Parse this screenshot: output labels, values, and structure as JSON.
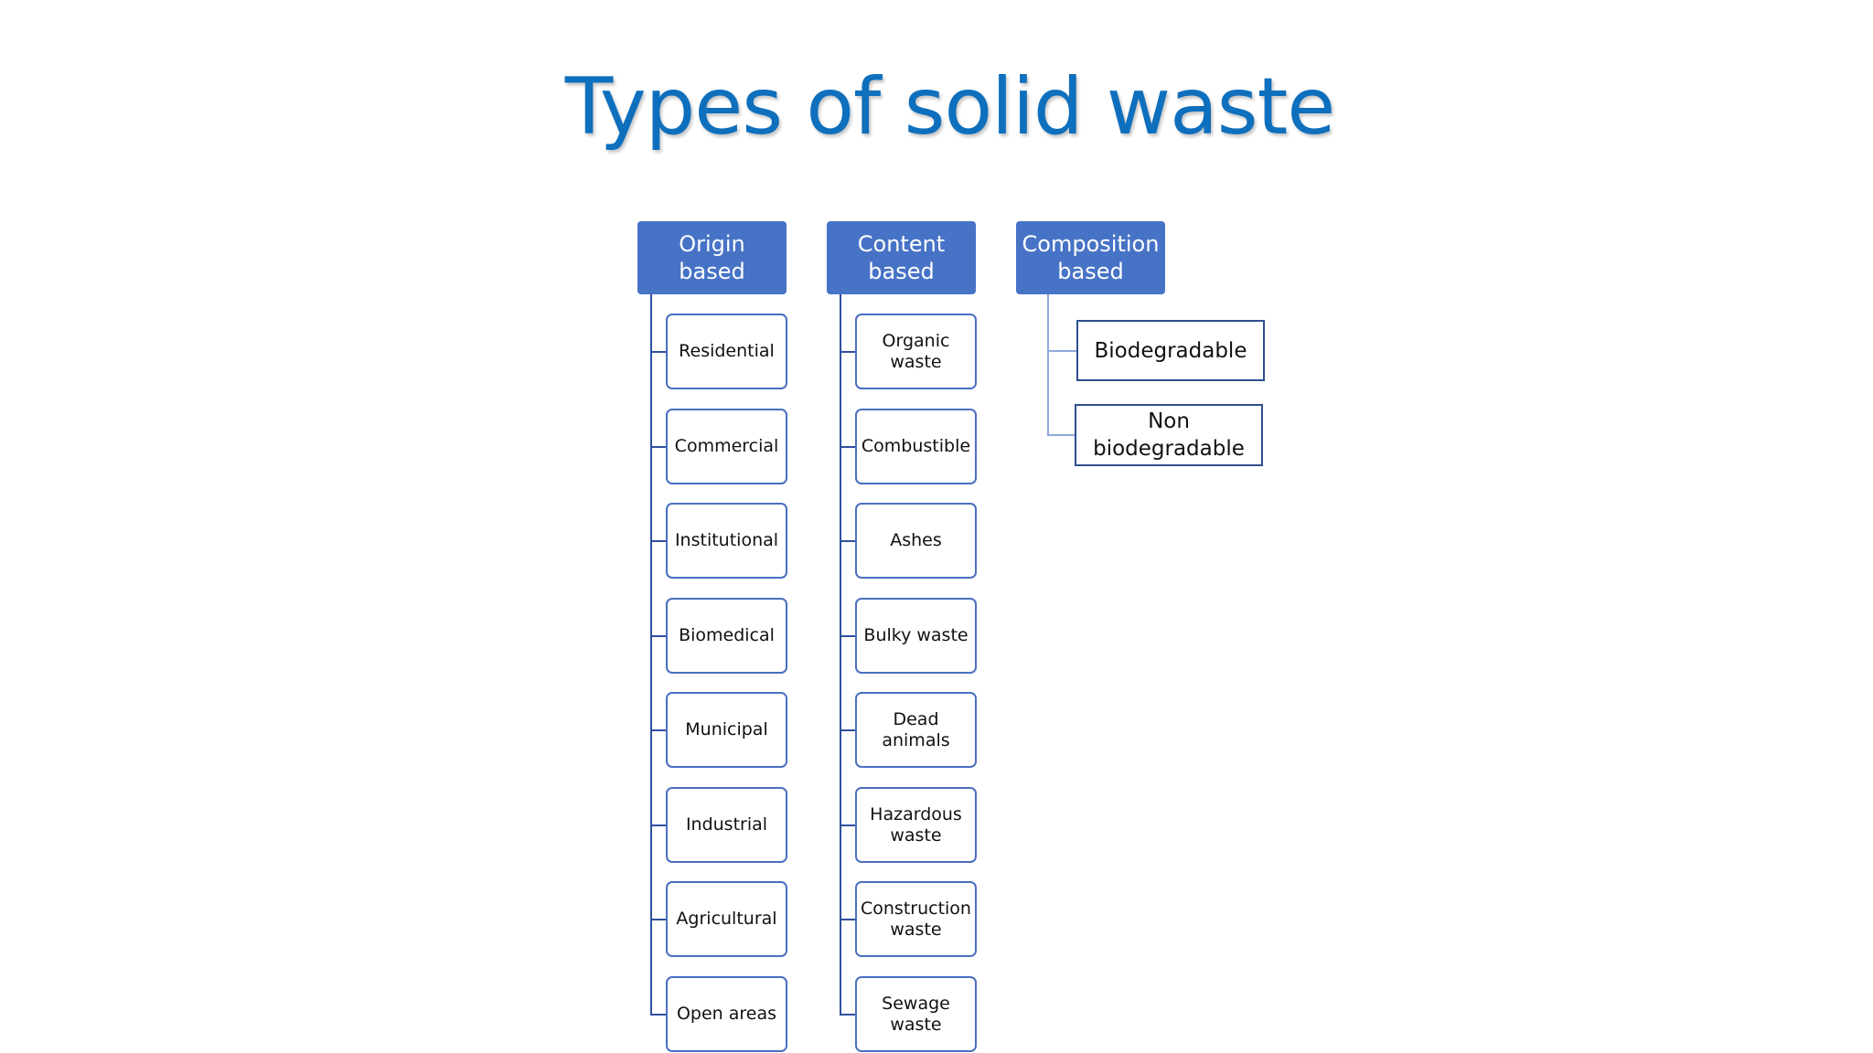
{
  "title": "Types of solid waste",
  "categories": [
    {
      "label": "Origin based",
      "items": [
        "Residential",
        "Commercial",
        "Institutional",
        "Biomedical",
        "Municipal",
        "Industrial",
        "Agricultural",
        "Open areas"
      ]
    },
    {
      "label": "Content based",
      "items": [
        "Organic waste",
        "Combustible",
        "Ashes",
        "Bulky waste",
        "Dead animals",
        "Hazardous waste",
        "Construction waste",
        "Sewage waste"
      ]
    },
    {
      "label": "Composition based",
      "items": [
        "Biodegradable",
        "Non biodegradable"
      ]
    }
  ],
  "colors": {
    "title": "#0e6fbd",
    "header_fill": "#4773c6",
    "leaf_border": "#4a6fc0",
    "connector": "#2f4f9f"
  }
}
